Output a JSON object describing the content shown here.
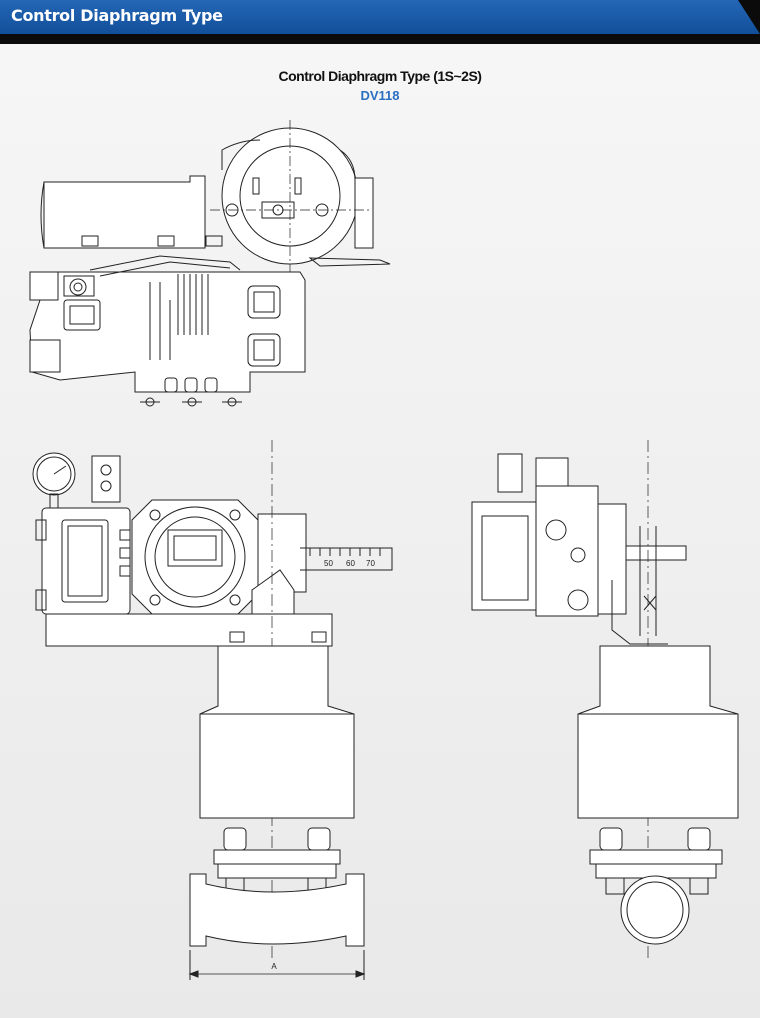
{
  "header": {
    "title": "Control Diaphragm Type"
  },
  "diagram": {
    "title": "Control Diaphragm Type (1S~2S)",
    "model": "DV118",
    "dimension_label": "A",
    "scale_labels": [
      "50",
      "60",
      "70"
    ]
  },
  "colors": {
    "header_blue": "#1a5dab",
    "model_blue": "#2a6fc0",
    "line": "#222222"
  }
}
